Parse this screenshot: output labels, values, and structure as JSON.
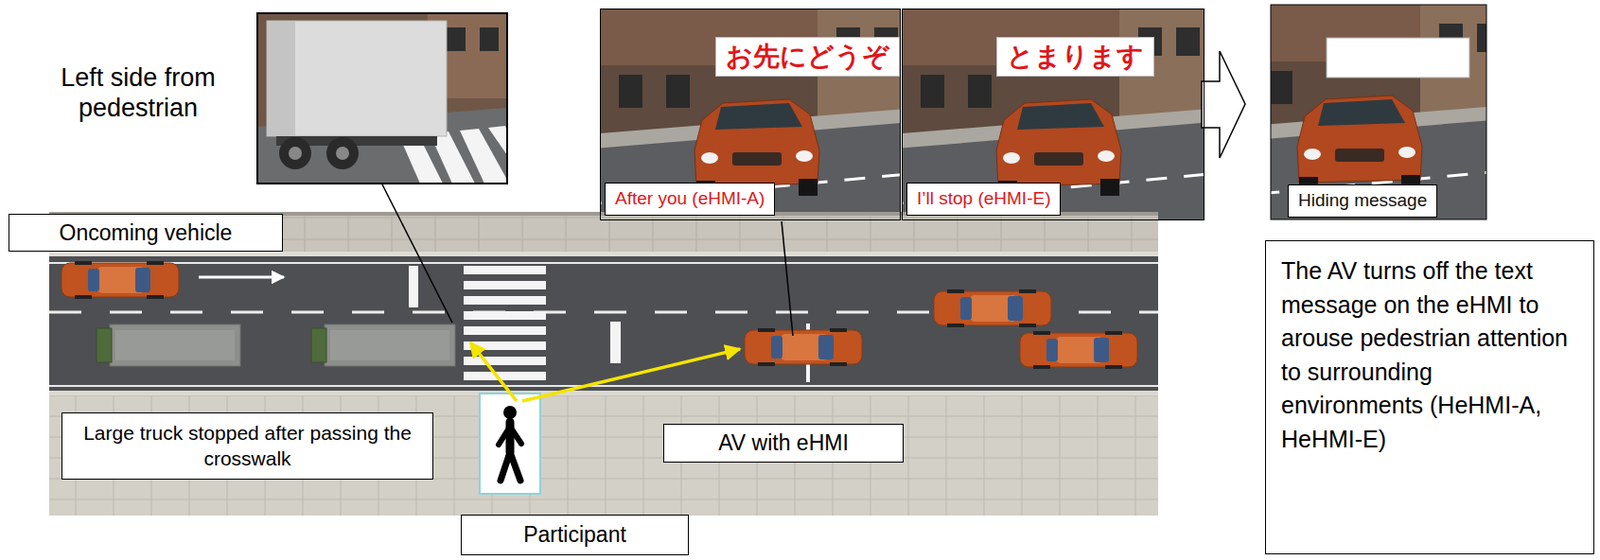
{
  "diagram": {
    "nodes": [
      {
        "text": [
          "お先にどうぞ"
        ]
      },
      {
        "text": [
          "After you (eHMI-A)"
        ],
        "in": 0
      },
      {
        "text": [
          "とまります"
        ]
      },
      {
        "text": [
          "I’ll stop (eHMI-E)"
        ],
        "in": 2
      },
      {
        "text": [
          "Hiding message"
        ]
      },
      {
        "text": [
          "Oncoming vehicle"
        ]
      },
      {
        "text": [
          "The AV turns off the text message on the eHMI to arouse pedestrian attention to surrounding environments (HeHMI-A, HeHMI-E)"
        ]
      },
      {
        "text": [
          "Large truck stopped after passing the crosswalk"
        ]
      },
      {
        "text": [
          "AV with eHMI"
        ]
      },
      {
        "text": [
          "Participant"
        ]
      }
    ],
    "labels": [
      "Left side from pedestrian"
    ]
  }
}
